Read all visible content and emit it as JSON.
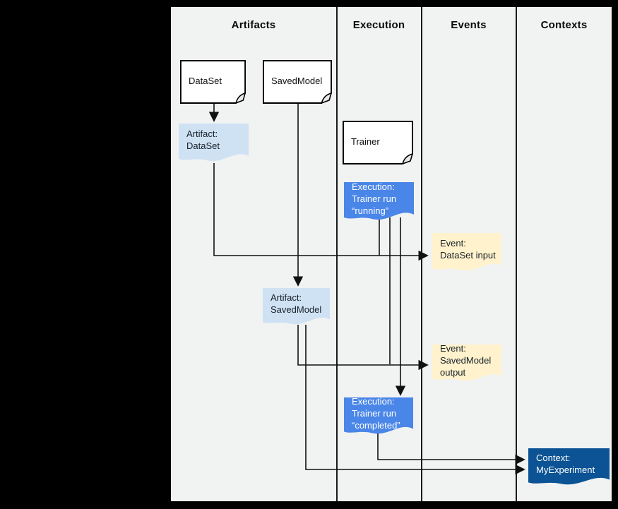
{
  "columns": [
    {
      "label": "Artifacts"
    },
    {
      "label": "Execution"
    },
    {
      "label": "Events"
    },
    {
      "label": "Contexts"
    }
  ],
  "nodes": {
    "dataset_type": {
      "label": "DataSet"
    },
    "savedmodel_type": {
      "label": "SavedModel"
    },
    "trainer_type": {
      "label": "Trainer"
    },
    "artifact_dataset": {
      "lines": [
        "Artifact:",
        "DataSet"
      ]
    },
    "execution_running": {
      "lines": [
        "Execution:",
        "Trainer run",
        "“running”"
      ]
    },
    "event_dataset_input": {
      "lines": [
        "Event:",
        "DataSet input"
      ]
    },
    "artifact_savedmodel": {
      "lines": [
        "Artifact:",
        "SavedModel"
      ]
    },
    "event_savedmodel_output": {
      "lines": [
        "Event:",
        "SavedModel",
        "output"
      ]
    },
    "execution_completed": {
      "lines": [
        "Execution:",
        "Trainer run",
        "“completed”"
      ]
    },
    "context_myexperiment": {
      "lines": [
        "Context:",
        "MyExperiment"
      ]
    }
  },
  "connections": [
    {
      "from": "DataSet",
      "to": "Artifact: DataSet"
    },
    {
      "from": "Artifact: DataSet",
      "to": "Event: DataSet input"
    },
    {
      "from": "Execution: Trainer run “running”",
      "to": "Event: DataSet input"
    },
    {
      "from": "SavedModel",
      "to": "Artifact: SavedModel"
    },
    {
      "from": "Artifact: SavedModel",
      "to": "Event: SavedModel output"
    },
    {
      "from": "Execution: Trainer run “running”",
      "to": "Event: SavedModel output"
    },
    {
      "from": "Execution: Trainer run “running”",
      "to": "Execution: Trainer run “completed”"
    },
    {
      "from": "Execution: Trainer run “completed”",
      "to": "Context: MyExperiment"
    },
    {
      "from": "Artifact: SavedModel",
      "to": "Context: MyExperiment"
    }
  ],
  "colors": {
    "page_bg": "#000000",
    "canvas_bg": "#f1f2f2",
    "line": "#1a1a1a",
    "artifact": "#cfe2f3",
    "execution": "#4a86e8",
    "event": "#fff2cc",
    "context": "#0b5394"
  }
}
